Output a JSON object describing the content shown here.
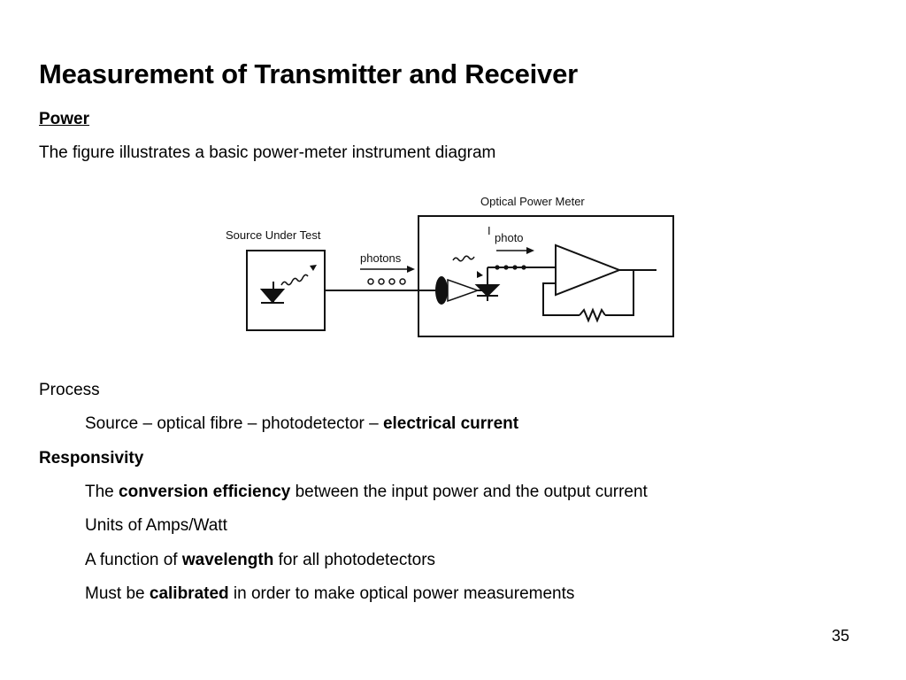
{
  "slide": {
    "title": "Measurement of Transmitter and Receiver",
    "subheading": "Power",
    "intro": "The figure illustrates a basic power-meter instrument diagram",
    "page_number": "35"
  },
  "diagram": {
    "meter_label": "Optical Power Meter",
    "source_label": "Source Under Test",
    "photons_label": "photons",
    "current_symbol": "I",
    "current_label": "photo"
  },
  "process": {
    "heading": "Process",
    "chain_prefix": "Source – optical fibre – photodetector – ",
    "chain_bold": "electrical current"
  },
  "responsivity": {
    "heading": "Responsivity",
    "line1_pre": "The ",
    "line1_bold": "conversion efficiency",
    "line1_post": " between the input power and the output current",
    "line2": "Units of Amps/Watt",
    "line3_pre": "A function of ",
    "line3_bold": "wavelength",
    "line3_post": " for all photodetectors",
    "line4_pre": "Must be ",
    "line4_bold": "calibrated",
    "line4_post": " in order to make optical power measurements"
  }
}
